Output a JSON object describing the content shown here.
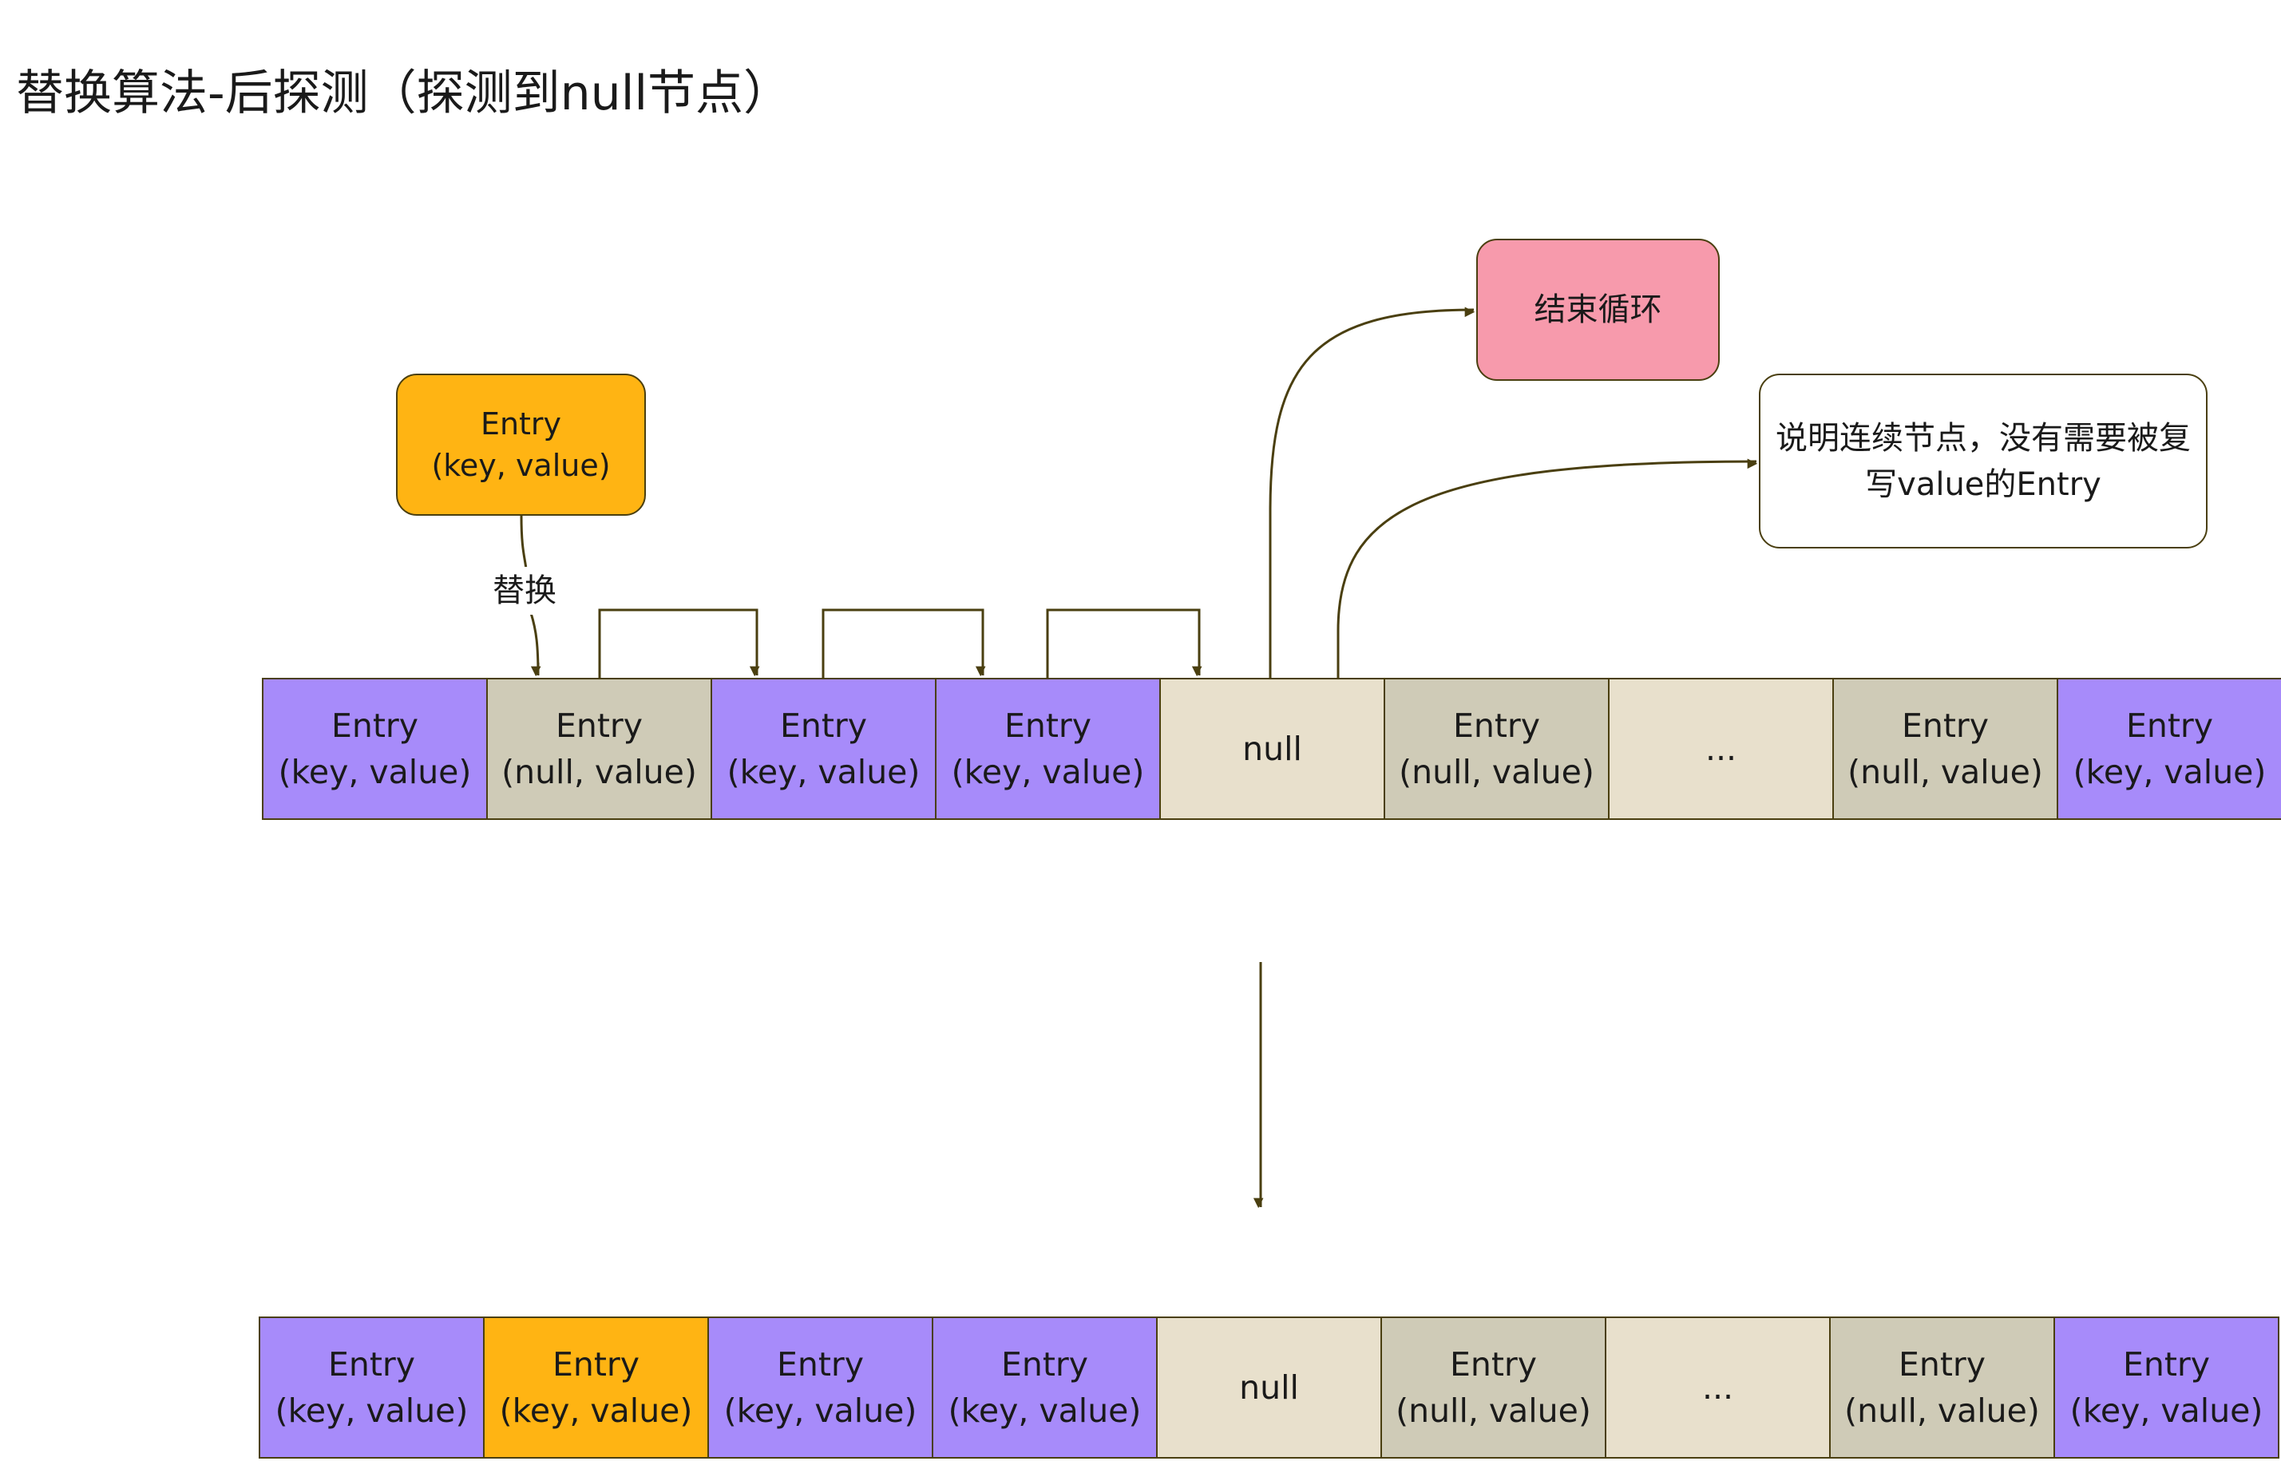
{
  "title": "替换算法-后探测（探测到null节点）",
  "entry_box": {
    "line1": "Entry",
    "line2": "(key, value)"
  },
  "replace_label": "替换",
  "end_box": {
    "label": "结束循环"
  },
  "note_box": {
    "line1": "说明连续节点，没有需要被复",
    "line2": "写value的Entry"
  },
  "colors": {
    "key_value_cell": "#a78bfa",
    "null_value_cell": "#cfcbb7",
    "null_cell": "#e8e0cc",
    "replaced_entry": "#ffb413",
    "end_loop": "#f79aac",
    "line": "#4a3f10"
  },
  "top_row": [
    {
      "line1": "Entry",
      "line2": "(key, value)",
      "kind": "kv"
    },
    {
      "line1": "Entry",
      "line2": "(null, value)",
      "kind": "nv"
    },
    {
      "line1": "Entry",
      "line2": "(key, value)",
      "kind": "kv"
    },
    {
      "line1": "Entry",
      "line2": "(key, value)",
      "kind": "kv"
    },
    {
      "line1": "null",
      "line2": "",
      "kind": "nl"
    },
    {
      "line1": "Entry",
      "line2": "(null, value)",
      "kind": "nv"
    },
    {
      "line1": "...",
      "line2": "",
      "kind": "nl"
    },
    {
      "line1": "Entry",
      "line2": "(null, value)",
      "kind": "nv"
    },
    {
      "line1": "Entry",
      "line2": "(key, value)",
      "kind": "kv"
    }
  ],
  "bottom_row": [
    {
      "line1": "Entry",
      "line2": "(key, value)",
      "kind": "kv"
    },
    {
      "line1": "Entry",
      "line2": "(key, value)",
      "kind": "sel"
    },
    {
      "line1": "Entry",
      "line2": "(key, value)",
      "kind": "kv"
    },
    {
      "line1": "Entry",
      "line2": "(key, value)",
      "kind": "kv"
    },
    {
      "line1": "null",
      "line2": "",
      "kind": "nl"
    },
    {
      "line1": "Entry",
      "line2": "(null, value)",
      "kind": "nv"
    },
    {
      "line1": "...",
      "line2": "",
      "kind": "nl"
    },
    {
      "line1": "Entry",
      "line2": "(null, value)",
      "kind": "nv"
    },
    {
      "line1": "Entry",
      "line2": "(key, value)",
      "kind": "kv"
    }
  ]
}
